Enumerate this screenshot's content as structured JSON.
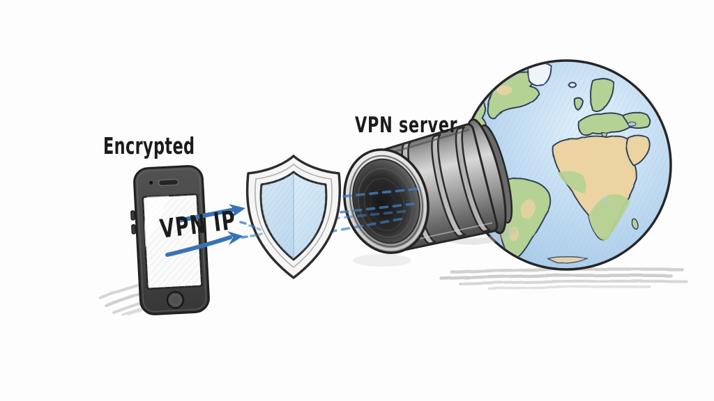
{
  "diagram": {
    "labels": {
      "encrypted": "Encrypted",
      "vpn_ip": "VPN IP",
      "vpn_server": "VPN server"
    },
    "elements": [
      {
        "name": "smartphone",
        "depicts": "user device sending encrypted traffic"
      },
      {
        "name": "encryption-arrows",
        "depicts": "two blue arrows from phone to shield"
      },
      {
        "name": "shield",
        "depicts": "encryption protection shield"
      },
      {
        "name": "data-stream",
        "depicts": "dashed blue packets entering tunnel"
      },
      {
        "name": "vpn-tunnel",
        "depicts": "metal tunnel into the internet"
      },
      {
        "name": "globe",
        "depicts": "the internet / world"
      }
    ],
    "colors": {
      "background": "#fdfdfd",
      "ink": "#222222",
      "arrow_blue": "#3873b4",
      "shield_blue": "#cde3f4",
      "ocean_blue": "#aecbe8",
      "land_green": "#b5d295",
      "land_tan": "#ebd3a2",
      "metal_gray": "#9c9c9c"
    }
  }
}
